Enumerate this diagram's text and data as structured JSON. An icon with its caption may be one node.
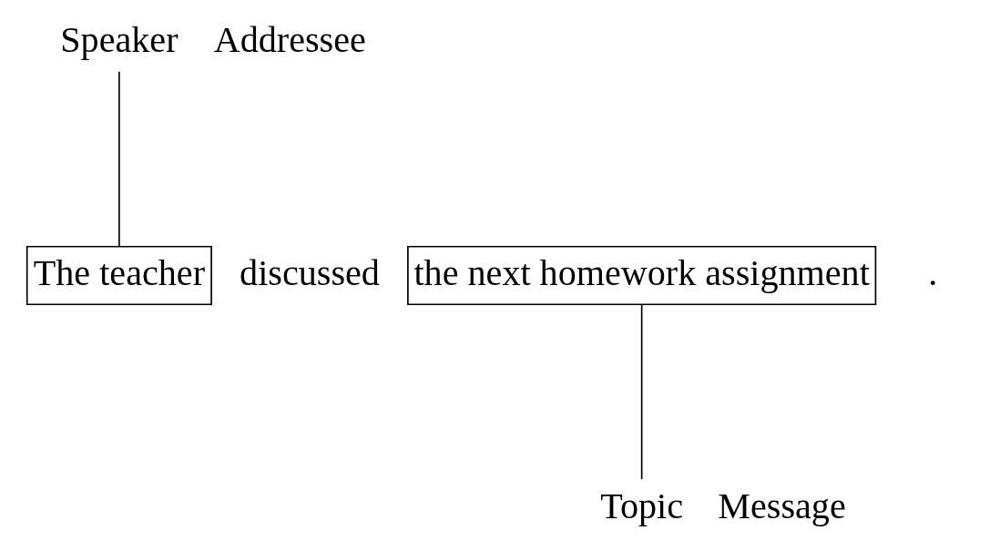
{
  "diagram": {
    "nodes": [
      {
        "text": [
          "Speaker"
        ]
      },
      {
        "text": [
          "The teacher"
        ]
      },
      {
        "text": [
          "the next homework assignment"
        ]
      },
      {
        "text": [
          "Topic"
        ]
      }
    ],
    "edges": [
      {
        "from": 0,
        "to": 1,
        "arrow": "none"
      },
      {
        "from": 2,
        "to": 3,
        "arrow": "none"
      }
    ],
    "labels": [
      "Addressee",
      "discussed",
      ".",
      "Message"
    ]
  }
}
